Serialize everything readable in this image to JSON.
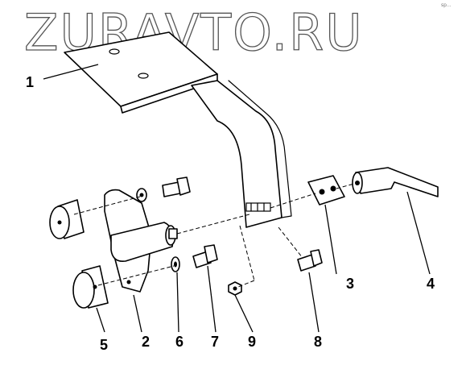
{
  "watermark": "ZURAVTO.RU",
  "corner_mark": "sp...",
  "callouts": [
    {
      "label": "1"
    },
    {
      "label": "2"
    },
    {
      "label": "3"
    },
    {
      "label": "4"
    },
    {
      "label": "5"
    },
    {
      "label": "6"
    },
    {
      "label": "7"
    },
    {
      "label": "9"
    },
    {
      "label": "8"
    }
  ]
}
